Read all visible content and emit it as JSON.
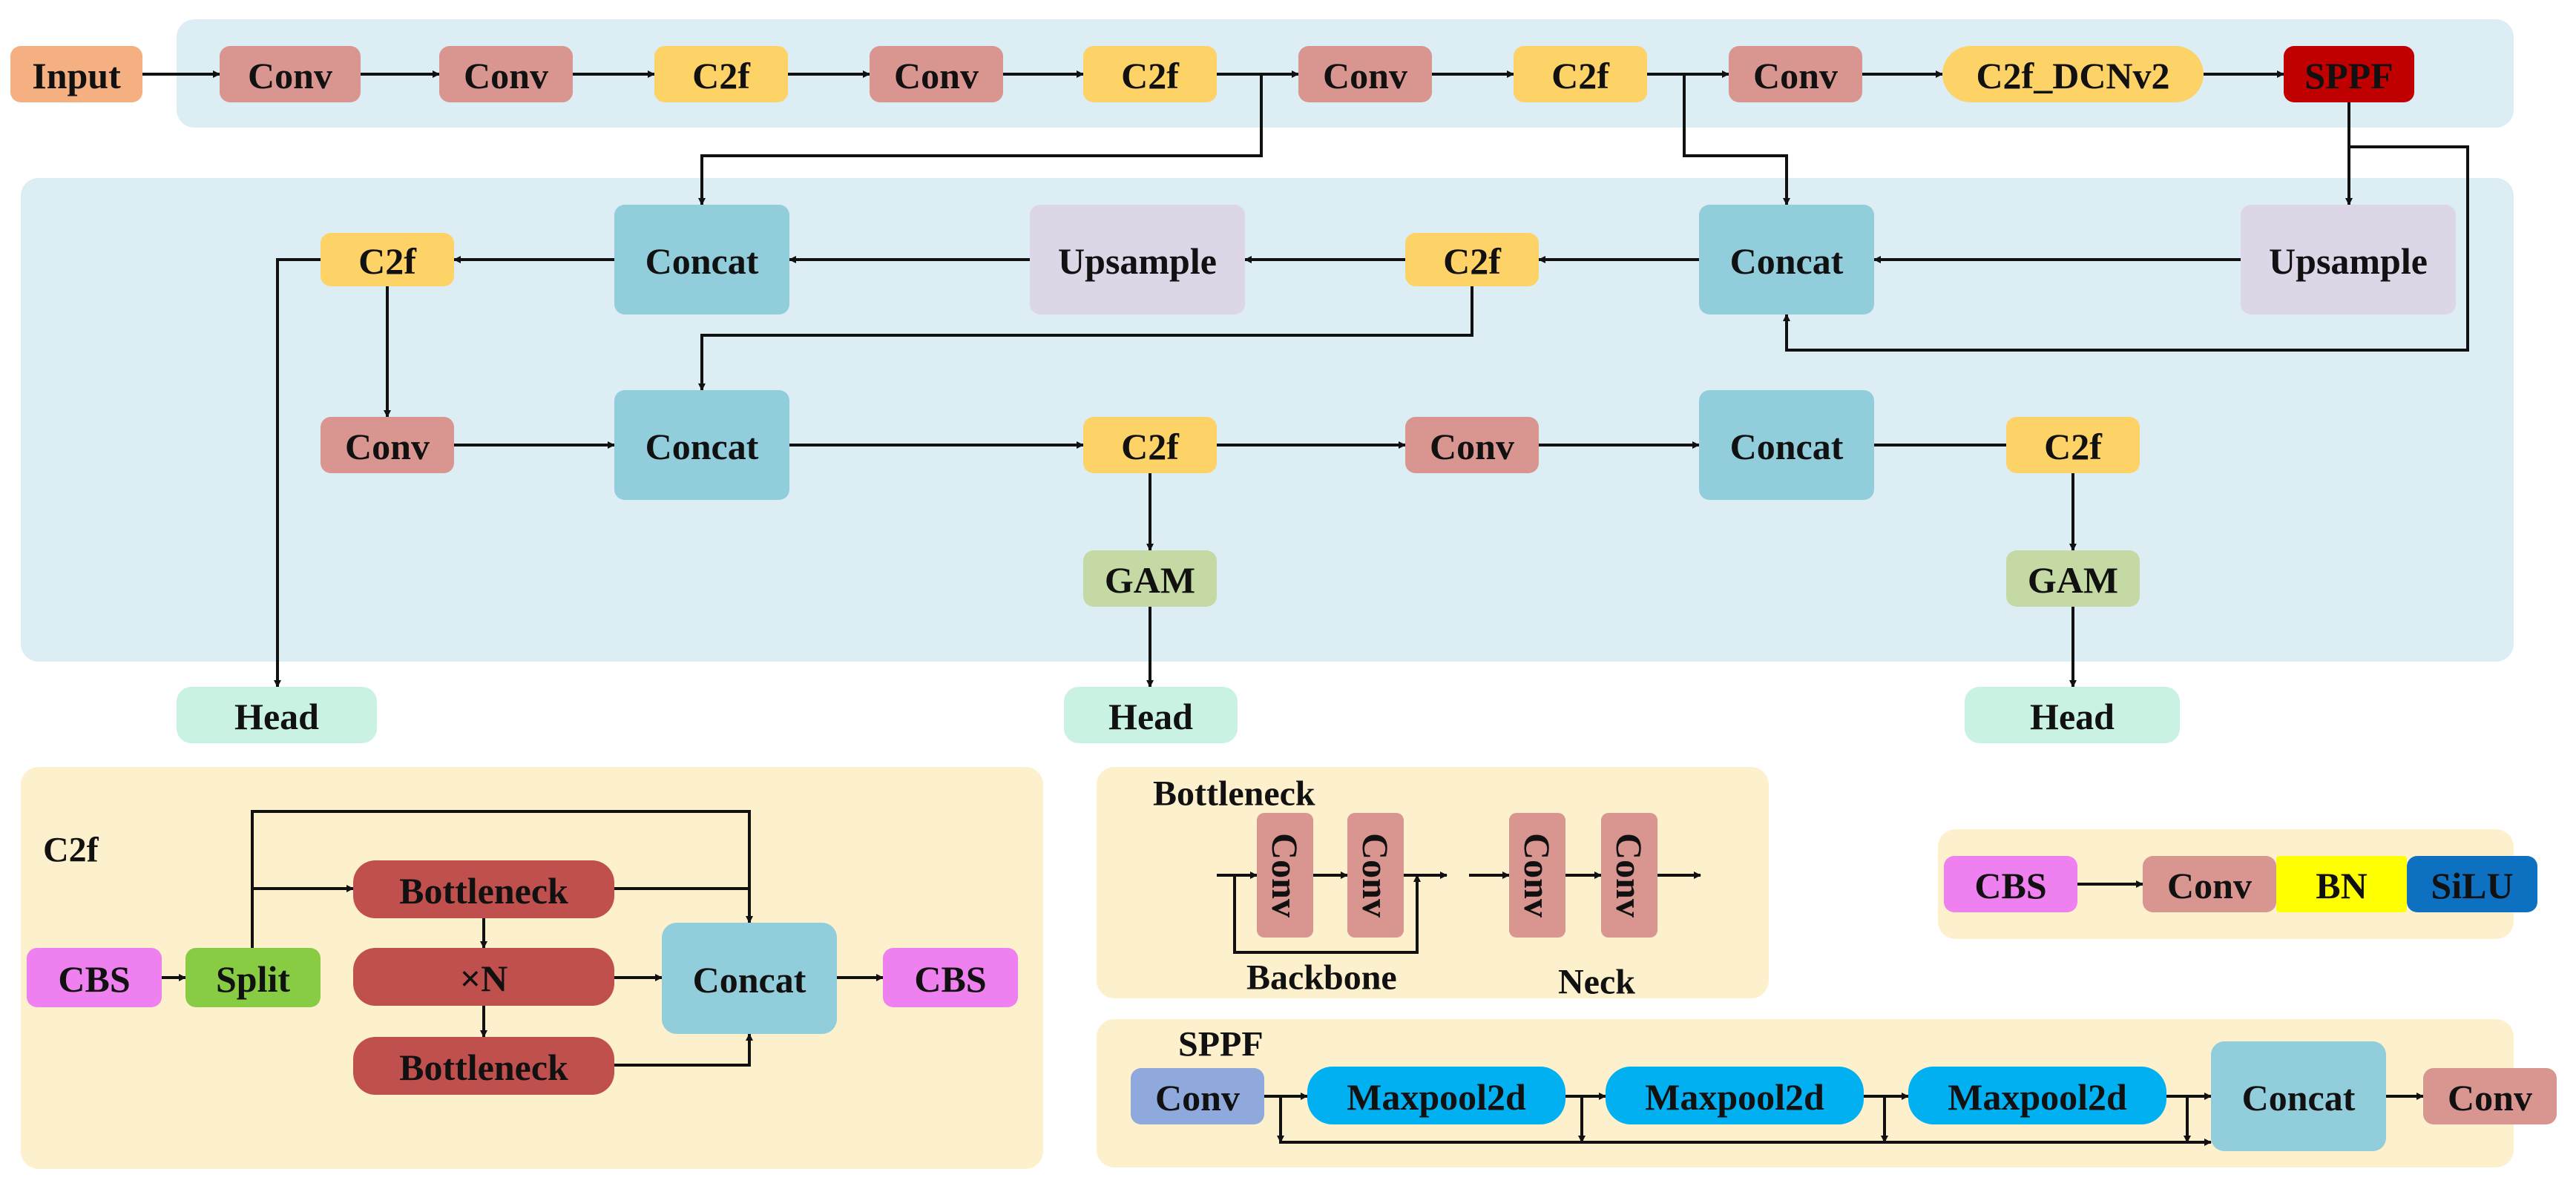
{
  "colors": {
    "panel_blue": "#dcedf3",
    "panel_cream": "#fdf0cc",
    "input": "#f4b080",
    "conv": "#d99590",
    "c2f": "#fdd266",
    "c2f_dcn": "#fdd266",
    "sppf": "#c00000",
    "concat": "#92cddb",
    "upsample": "#ddd6e6",
    "gam": "#c5d9a5",
    "head": "#c9f2e3",
    "cbs": "#ef80ef",
    "split": "#88cc44",
    "bottleneck": "#c0504d",
    "bn": "#ffff00",
    "silu": "#0d70c0",
    "maxpool": "#00b0f0",
    "conv_blue": "#8fa9dc"
  },
  "diagram": {
    "backbone": {
      "input": "Input",
      "conv": "Conv",
      "c2f": "C2f",
      "c2f_dcnv2": "C2f_DCNv2",
      "sppf": "SPPF"
    },
    "neck": {
      "concat": "Concat",
      "upsample": "Upsample",
      "c2f": "C2f",
      "conv": "Conv",
      "gam": "GAM"
    },
    "heads": {
      "head": "Head"
    },
    "c2f_legend": {
      "title": "C2f",
      "cbs": "CBS",
      "split": "Split",
      "bottleneck": "Bottleneck",
      "times_n": "×N",
      "concat": "Concat"
    },
    "bottleneck_legend": {
      "title": "Bottleneck",
      "conv": "Conv",
      "backbone": "Backbone",
      "neck": "Neck"
    },
    "cbs_legend": {
      "cbs": "CBS",
      "conv": "Conv",
      "bn": "BN",
      "silu": "SiLU"
    },
    "sppf_legend": {
      "title": "SPPF",
      "conv": "Conv",
      "maxpool": "Maxpool2d",
      "concat": "Concat"
    }
  }
}
